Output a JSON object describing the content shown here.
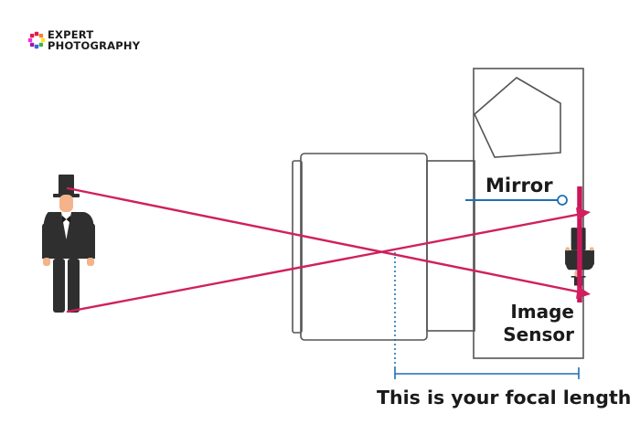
{
  "logo": {
    "line1": "EXPERT",
    "line2": "PHOTOGRAPHY",
    "dot_colors": [
      "#e6194b",
      "#f58231",
      "#ffe119",
      "#3cb44b",
      "#4363d8",
      "#911eb4",
      "#f032e6",
      "#e6194b"
    ]
  },
  "labels": {
    "mirror": "Mirror",
    "sensor_line1": "Image",
    "sensor_line2": "Sensor",
    "focal_length": "This is your focal length"
  },
  "colors": {
    "light_ray": "#d0205e",
    "sensor": "#c8185a",
    "mirror": "#1f6fb5",
    "focal_marker": "#1f6fb5",
    "outline": "#555555",
    "figure": "#2f2f2f",
    "skin": "#f4b38a"
  }
}
